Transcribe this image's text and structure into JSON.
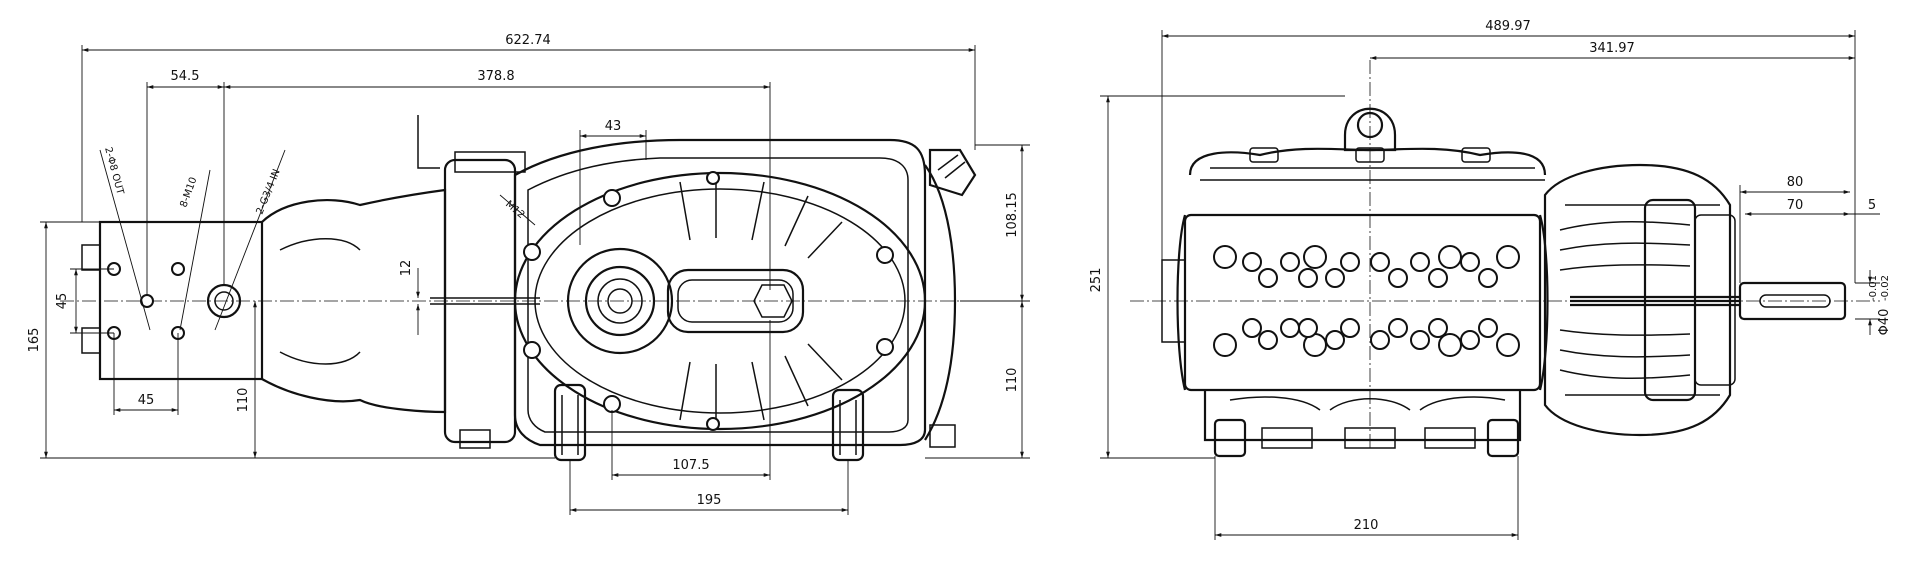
{
  "drawing": {
    "left_view": {
      "dimensions": {
        "overall_length": "622.74",
        "flange_offset": "54.5",
        "inlet_to_shaft": "378.8",
        "pump_offset": "43",
        "right_upper_height": "108.15",
        "right_lower_height": "110",
        "left_total_height": "165",
        "flange_bolt_vertical": "45",
        "flange_bolt_horizontal": "45",
        "inlet_height": "110",
        "shaft_offset": "12",
        "foot_inner": "107.5",
        "foot_outer": "195"
      },
      "callouts": {
        "outlet": "2-Φ8 OUT",
        "bolts": "8-M10",
        "inlet": "2-G3/4 IN",
        "lifting": "M12"
      }
    },
    "right_view": {
      "dimensions": {
        "overall_width": "489.97",
        "shaft_length": "341.97",
        "height": "251",
        "key_length": "80",
        "key_width": "70",
        "shaft_end": "5",
        "foot_spacing": "210"
      },
      "shaft_tolerance": {
        "diameter": "Φ40",
        "upper": "-0.01",
        "lower": "-0.02"
      }
    }
  }
}
